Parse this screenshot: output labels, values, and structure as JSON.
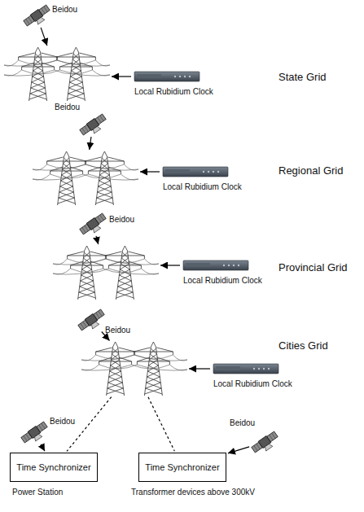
{
  "diagram": {
    "nodes": [
      {
        "text": [
          "Beidou"
        ]
      },
      {
        "text": [
          "State Grid"
        ]
      },
      {
        "text": [
          "Local Rubidium Clock"
        ]
      },
      {
        "text": [
          "Beidou"
        ]
      },
      {
        "text": [
          "Regional Grid"
        ]
      },
      {
        "text": [
          "Local Rubidium Clock"
        ]
      },
      {
        "text": [
          "Beidou"
        ]
      },
      {
        "text": [
          "Provincial Grid"
        ]
      },
      {
        "text": [
          "Local Rubidium Clock"
        ]
      },
      {
        "text": [
          "Beidou"
        ]
      },
      {
        "text": [
          "Cities Grid"
        ]
      },
      {
        "text": [
          "Local Rubidium Clock"
        ]
      },
      {
        "text": [
          "Beidou"
        ]
      },
      {
        "text": [
          "Beidou"
        ]
      },
      {
        "text": [
          "Time Synchronizer",
          "Power Station"
        ]
      },
      {
        "text": [
          "Time Synchronizer",
          "Transformer devices above 300kV"
        ]
      }
    ],
    "edges": [
      {
        "from": 0,
        "to": 1,
        "arrow": "to"
      },
      {
        "from": 2,
        "to": 1,
        "arrow": "to"
      },
      {
        "from": 3,
        "to": 4,
        "arrow": "to"
      },
      {
        "from": 5,
        "to": 4,
        "arrow": "to"
      },
      {
        "from": 6,
        "to": 7,
        "arrow": "to"
      },
      {
        "from": 8,
        "to": 7,
        "arrow": "to"
      },
      {
        "from": 9,
        "to": 10,
        "arrow": "to"
      },
      {
        "from": 11,
        "to": 10,
        "arrow": "to"
      },
      {
        "from": 10,
        "to": 14,
        "arrow": "none"
      },
      {
        "from": 10,
        "to": 15,
        "arrow": "none"
      },
      {
        "from": 12,
        "to": 14,
        "arrow": "to"
      },
      {
        "from": 13,
        "to": 15,
        "arrow": "to"
      }
    ]
  }
}
